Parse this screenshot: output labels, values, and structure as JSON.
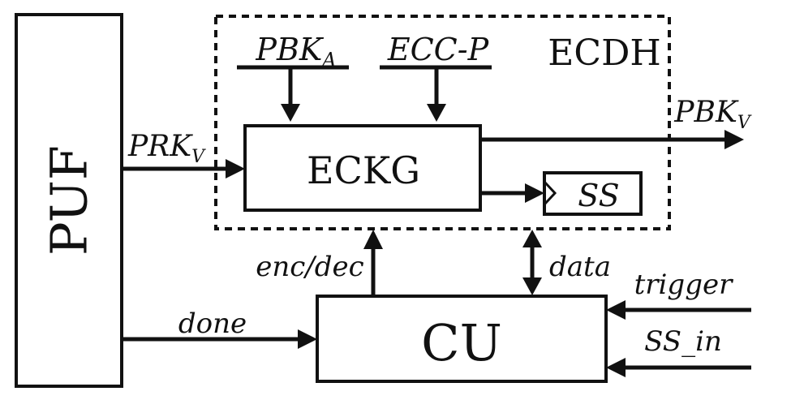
{
  "blocks": {
    "puf": "PUF",
    "ecdh": "ECDH",
    "eckg": "ECKG",
    "ss": "SS",
    "cu": "CU"
  },
  "signals": {
    "pbk_a": "PBK",
    "pbk_a_sub": "A",
    "ecc_p": "ECC-P",
    "pbk_v": "PBK",
    "pbk_v_sub": "V",
    "prk_v": "PRK",
    "prk_v_sub": "V",
    "enc_dec": "enc/dec",
    "data": "data",
    "done": "done",
    "trigger": "trigger",
    "ss_in": "SS_in"
  }
}
